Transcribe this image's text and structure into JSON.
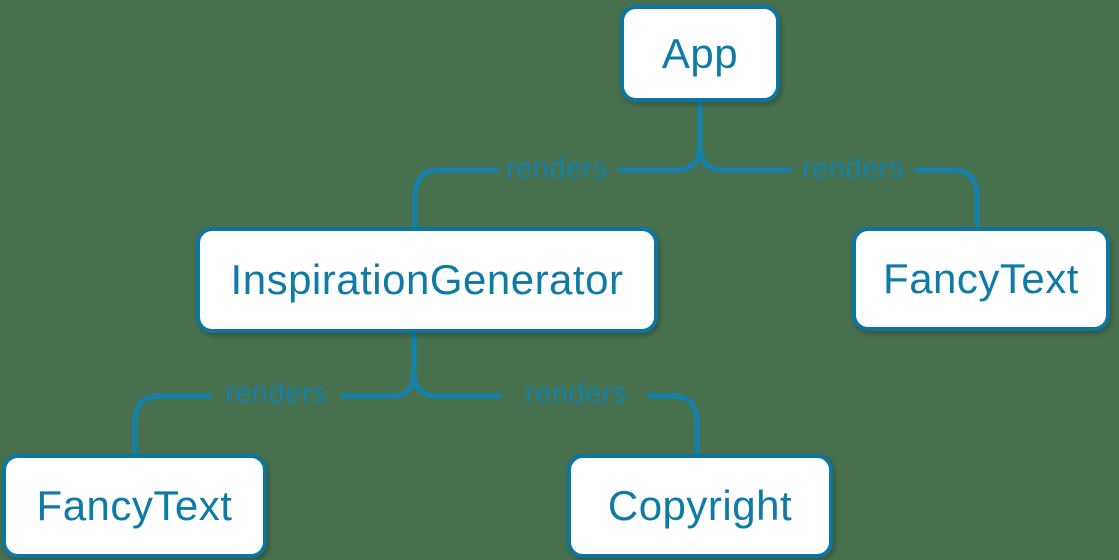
{
  "colors": {
    "background": "#47704e",
    "node_fill": "#ffffff",
    "node_border": "#0e769e",
    "node_text": "#0d7ba6",
    "edge_line": "#1381ab",
    "edge_label_text": "#1381ab"
  },
  "nodes": [
    {
      "id": "app",
      "label": "App"
    },
    {
      "id": "inspiration-generator",
      "label": "InspirationGenerator"
    },
    {
      "id": "fancy-text-top",
      "label": "FancyText"
    },
    {
      "id": "fancy-text-bottom",
      "label": "FancyText"
    },
    {
      "id": "copyright",
      "label": "Copyright"
    }
  ],
  "edges": [
    {
      "from": "App",
      "to": "InspirationGenerator",
      "label": "renders"
    },
    {
      "from": "App",
      "to": "FancyText",
      "label": "renders"
    },
    {
      "from": "InspirationGenerator",
      "to": "FancyText",
      "label": "renders"
    },
    {
      "from": "InspirationGenerator",
      "to": "Copyright",
      "label": "renders"
    }
  ]
}
